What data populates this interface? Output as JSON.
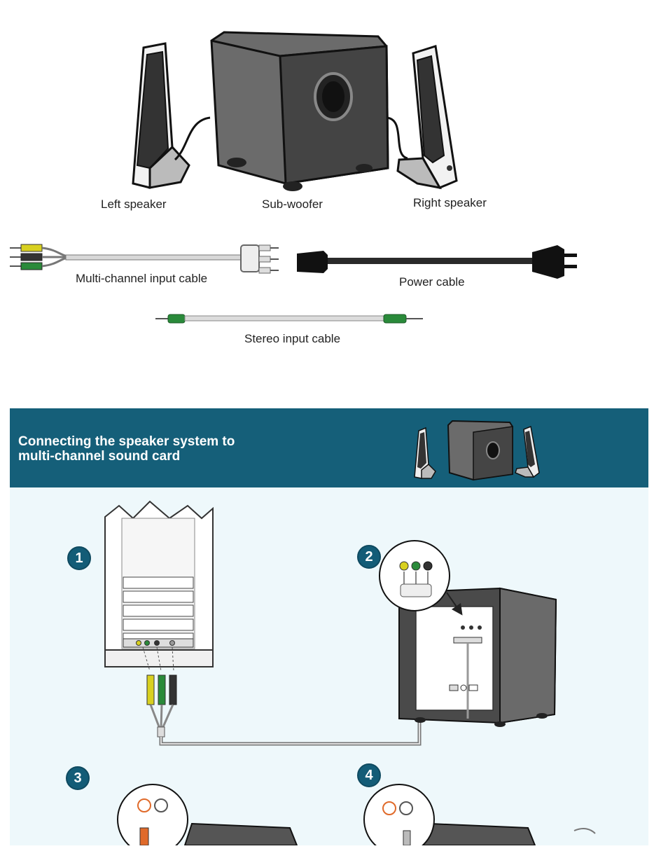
{
  "components": {
    "left_speaker": "Left speaker",
    "subwoofer": "Sub-woofer",
    "right_speaker": "Right speaker"
  },
  "cables": {
    "multi_channel": "Multi-channel input cable",
    "power": "Power cable",
    "stereo": "Stereo input cable"
  },
  "section": {
    "title_line1": "Connecting the speaker system to",
    "title_line2": "multi-channel sound card"
  },
  "steps": [
    "1",
    "2",
    "3",
    "4"
  ],
  "colors": {
    "banner": "#155f79",
    "panel": "#eef8fb",
    "step_badge": "#135c77",
    "plug_yellow": "#d8d020",
    "plug_green": "#2a8a3a",
    "plug_black": "#333333",
    "plug_orange": "#e06a2a"
  }
}
